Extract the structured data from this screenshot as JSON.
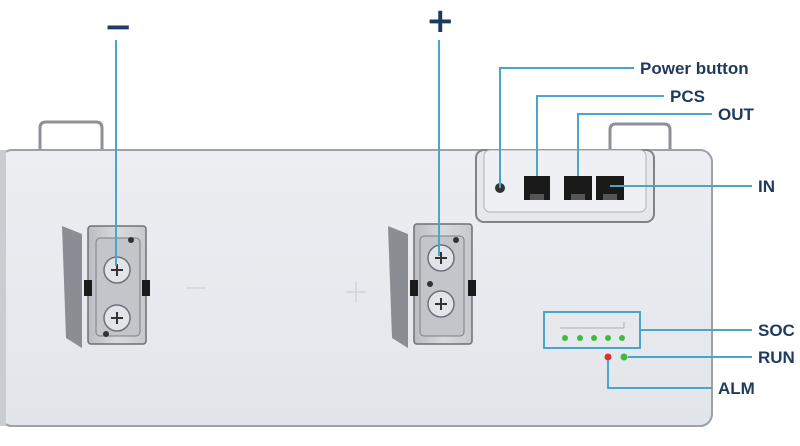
{
  "terminals": {
    "negative": "−",
    "positive": "+"
  },
  "callouts": {
    "power_button": "Power button",
    "pcs": "PCS",
    "out": "OUT",
    "in": "IN",
    "soc": "SOC",
    "run": "RUN",
    "alm": "ALM"
  },
  "colors": {
    "leader_line": "#4aa6c8",
    "label_text": "#1f3a5f",
    "led_green": "#3dbb3d",
    "led_red": "#e0302a"
  },
  "indicators": {
    "soc_led_count": 5
  }
}
